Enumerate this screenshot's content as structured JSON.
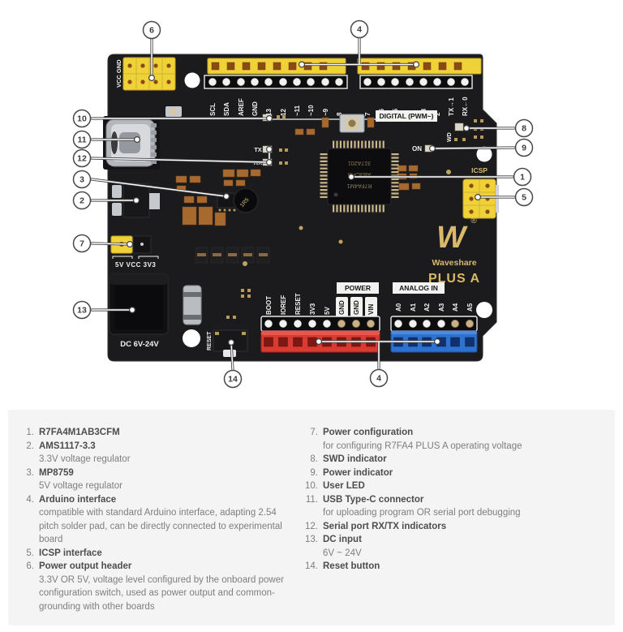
{
  "colors": {
    "pcb": "#1b1b1d",
    "header_yellow": "#efd138",
    "power_red": "#d93a32",
    "analog_blue": "#2e72cf",
    "silk_white": "#f2f2f0",
    "logo_gold": "#d9b96c",
    "legend_bg": "#f4f4f4"
  },
  "board": {
    "silk": {
      "vcc_gnd": "VCC GND",
      "digital_group": "DIGITAL (PWM~)",
      "power_group": "POWER",
      "analog_group": "ANALOG IN",
      "icsp": "ICSP",
      "power_switch": "5V VCC 3V3",
      "dc_input": "DC 6V-24V",
      "reset": "RESET",
      "tx": "TX",
      "rx": "RX",
      "on": "ON",
      "wd": "WD"
    },
    "digital_pins_left": [
      "SCL",
      "SDA",
      "AREF",
      "GND",
      "13",
      "12",
      "~11",
      "~10",
      "~9",
      "8"
    ],
    "digital_pins_right": [
      "7",
      "~6",
      "~5",
      "4",
      "~3",
      "2",
      "TX→1",
      "RX←0"
    ],
    "power_pins": [
      "BOOT",
      "IOREF",
      "RESET",
      "3V3",
      "5V",
      "GND",
      "GND",
      "VIN"
    ],
    "analog_pins": [
      "A0",
      "A1",
      "A2",
      "A3",
      "A4",
      "A5"
    ],
    "chip_lines": [
      "317A201",
      "AB3CFM",
      "R7FA4M1"
    ],
    "inductor": "1R5",
    "logo": {
      "w": "W",
      "reg": "®",
      "brand": "Waveshare",
      "model": "PLUS A"
    },
    "callouts": [
      "1",
      "2",
      "3",
      "4",
      "5",
      "6",
      "7",
      "8",
      "9",
      "10",
      "11",
      "12",
      "13",
      "14"
    ]
  },
  "legend": {
    "left": [
      {
        "num": "1.",
        "title": "R7FA4M1AB3CFM",
        "desc": ""
      },
      {
        "num": "2.",
        "title": "AMS1117-3.3",
        "desc": "3.3V voltage regulator"
      },
      {
        "num": "3.",
        "title": "MP8759",
        "desc": "5V voltage regulator"
      },
      {
        "num": "4.",
        "title": "Arduino interface",
        "desc": "compatible with standard Arduino interface, adapting 2.54 pitch solder pad, can be directly connected to experimental board"
      },
      {
        "num": "5.",
        "title": "ICSP interface",
        "desc": ""
      },
      {
        "num": "6.",
        "title": "Power output header",
        "desc": "3.3V OR 5V, voltage level configured by the onboard power configuration switch, used as power output and common-grounding with other boards"
      }
    ],
    "right": [
      {
        "num": "7.",
        "title": "Power configuration",
        "desc": "for configuring R7FA4 PLUS A operating voltage"
      },
      {
        "num": "8.",
        "title": "SWD indicator",
        "desc": ""
      },
      {
        "num": "9.",
        "title": "Power indicator",
        "desc": ""
      },
      {
        "num": "10.",
        "title": "User LED",
        "desc": ""
      },
      {
        "num": "11.",
        "title": "USB Type-C connector",
        "desc": "for uploading program OR serial port debugging"
      },
      {
        "num": "12.",
        "title": "Serial port RX/TX indicators",
        "desc": ""
      },
      {
        "num": "13.",
        "title": "DC input",
        "desc": "6V ~ 24V"
      },
      {
        "num": "14.",
        "title": "Reset button",
        "desc": ""
      }
    ]
  }
}
